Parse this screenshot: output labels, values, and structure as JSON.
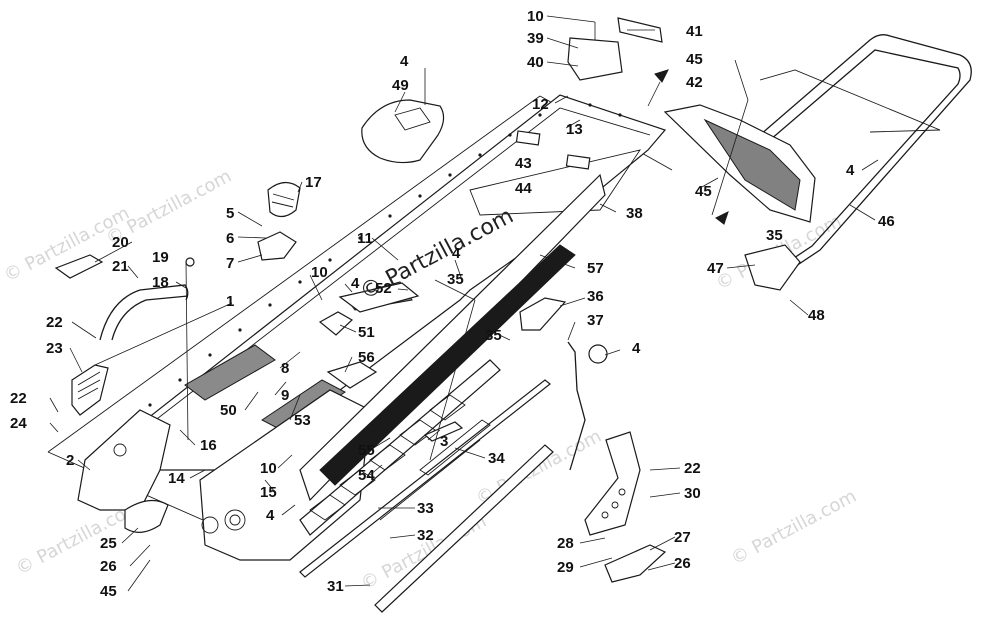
{
  "watermark": {
    "main": "© Partzilla.com",
    "faint": "© Partzilla.com"
  },
  "colors": {
    "line": "#1a1a1a",
    "watermark_faint": "#d6d6d6",
    "background": "#ffffff"
  },
  "callouts": [
    {
      "id": "c10a",
      "text": "10"
    },
    {
      "id": "c41",
      "text": "41"
    },
    {
      "id": "c39",
      "text": "39"
    },
    {
      "id": "c40",
      "text": "40"
    },
    {
      "id": "c4a",
      "text": "4"
    },
    {
      "id": "c45a",
      "text": "45"
    },
    {
      "id": "c49",
      "text": "49"
    },
    {
      "id": "c42",
      "text": "42"
    },
    {
      "id": "c12",
      "text": "12"
    },
    {
      "id": "c13",
      "text": "13"
    },
    {
      "id": "c43",
      "text": "43"
    },
    {
      "id": "c44",
      "text": "44"
    },
    {
      "id": "c45b",
      "text": "45"
    },
    {
      "id": "c4b",
      "text": "4"
    },
    {
      "id": "c17",
      "text": "17"
    },
    {
      "id": "c38",
      "text": "38"
    },
    {
      "id": "c46",
      "text": "46"
    },
    {
      "id": "c5",
      "text": "5"
    },
    {
      "id": "c6",
      "text": "6"
    },
    {
      "id": "c7",
      "text": "7"
    },
    {
      "id": "c11",
      "text": "11"
    },
    {
      "id": "c4c",
      "text": "4"
    },
    {
      "id": "c35a",
      "text": "35"
    },
    {
      "id": "c20",
      "text": "20"
    },
    {
      "id": "c19",
      "text": "19"
    },
    {
      "id": "c21",
      "text": "21"
    },
    {
      "id": "c18",
      "text": "18"
    },
    {
      "id": "c57",
      "text": "57"
    },
    {
      "id": "c47",
      "text": "47"
    },
    {
      "id": "c10b",
      "text": "10"
    },
    {
      "id": "c35b",
      "text": "35"
    },
    {
      "id": "c4d",
      "text": "4"
    },
    {
      "id": "c52",
      "text": "52"
    },
    {
      "id": "c36",
      "text": "36"
    },
    {
      "id": "c1",
      "text": "1"
    },
    {
      "id": "c48",
      "text": "48"
    },
    {
      "id": "c22a",
      "text": "22"
    },
    {
      "id": "c51",
      "text": "51"
    },
    {
      "id": "c35c",
      "text": "35"
    },
    {
      "id": "c37",
      "text": "37"
    },
    {
      "id": "c23",
      "text": "23"
    },
    {
      "id": "c56",
      "text": "56"
    },
    {
      "id": "c4e",
      "text": "4"
    },
    {
      "id": "c8",
      "text": "8"
    },
    {
      "id": "c9",
      "text": "9"
    },
    {
      "id": "c22b",
      "text": "22"
    },
    {
      "id": "c50",
      "text": "50"
    },
    {
      "id": "c53",
      "text": "53"
    },
    {
      "id": "c24",
      "text": "24"
    },
    {
      "id": "c3",
      "text": "3"
    },
    {
      "id": "c16",
      "text": "16"
    },
    {
      "id": "c55",
      "text": "55"
    },
    {
      "id": "c34",
      "text": "34"
    },
    {
      "id": "c2",
      "text": "2"
    },
    {
      "id": "c10c",
      "text": "10"
    },
    {
      "id": "c54",
      "text": "54"
    },
    {
      "id": "c22c",
      "text": "22"
    },
    {
      "id": "c14",
      "text": "14"
    },
    {
      "id": "c15",
      "text": "15"
    },
    {
      "id": "c30",
      "text": "30"
    },
    {
      "id": "c33",
      "text": "33"
    },
    {
      "id": "c4f",
      "text": "4"
    },
    {
      "id": "c25",
      "text": "25"
    },
    {
      "id": "c32",
      "text": "32"
    },
    {
      "id": "c27",
      "text": "27"
    },
    {
      "id": "c28",
      "text": "28"
    },
    {
      "id": "c26a",
      "text": "26"
    },
    {
      "id": "c29",
      "text": "29"
    },
    {
      "id": "c26b",
      "text": "26"
    },
    {
      "id": "c31",
      "text": "31"
    },
    {
      "id": "c45c",
      "text": "45"
    }
  ]
}
